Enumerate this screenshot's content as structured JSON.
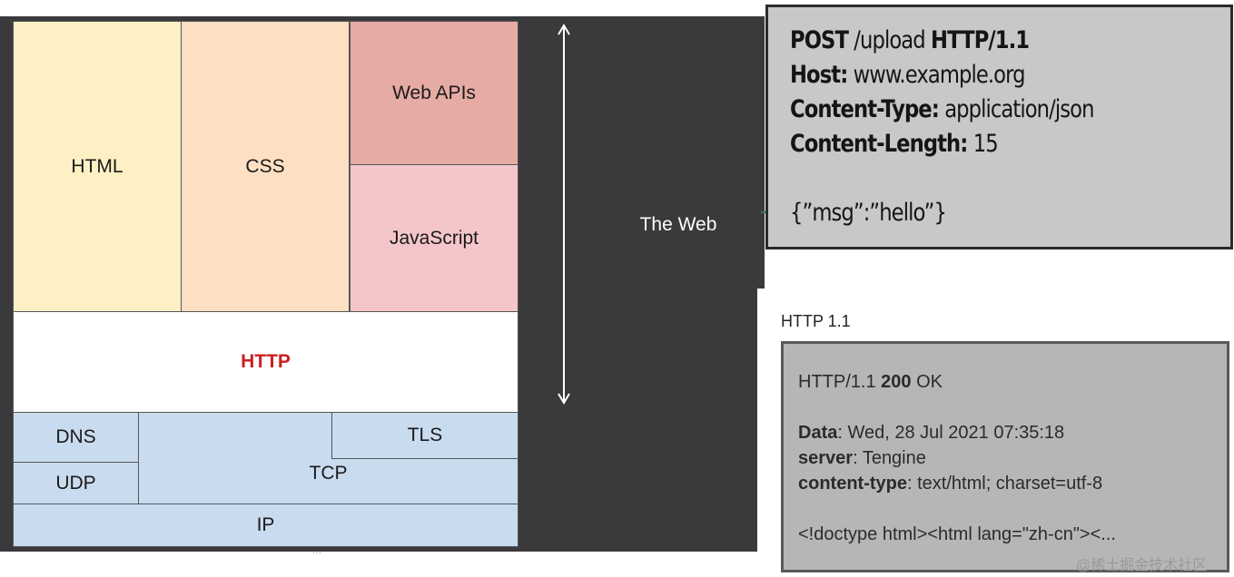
{
  "stack": {
    "html": "HTML",
    "css": "CSS",
    "web_apis": "Web APIs",
    "javascript": "JavaScript",
    "http": "HTTP",
    "dns": "DNS",
    "udp": "UDP",
    "tcp": "TCP",
    "tls": "TLS",
    "ip": "IP"
  },
  "web_label": "The Web",
  "request": {
    "method": "POST",
    "path": "/upload",
    "version": "HTTP/1.1",
    "host_key": "Host:",
    "host_val": "www.example.org",
    "ctype_key": "Content-Type:",
    "ctype_val": "application/json",
    "clen_key": "Content-Length:",
    "clen_val": "15",
    "body": "{”msg”:”hello”}"
  },
  "response_caption": "HTTP 1.1",
  "response": {
    "version": "HTTP/1.1",
    "code": "200",
    "status": "OK",
    "date_key": "Data",
    "date_val": ": Wed, 28 Jul 2021 07:35:18",
    "server_key": "server",
    "server_val": ": Tengine",
    "ctype_key": "content-type",
    "ctype_val": ": text/html; charset=utf-8",
    "body": "<!doctype html><html lang=\"zh-cn\"><..."
  },
  "watermark": "@稀土掘金技术社区",
  "colors": {
    "http_text": "#cc1f1f",
    "dark_panel": "#3a3a3d",
    "network_layer": "#c9dbef"
  }
}
